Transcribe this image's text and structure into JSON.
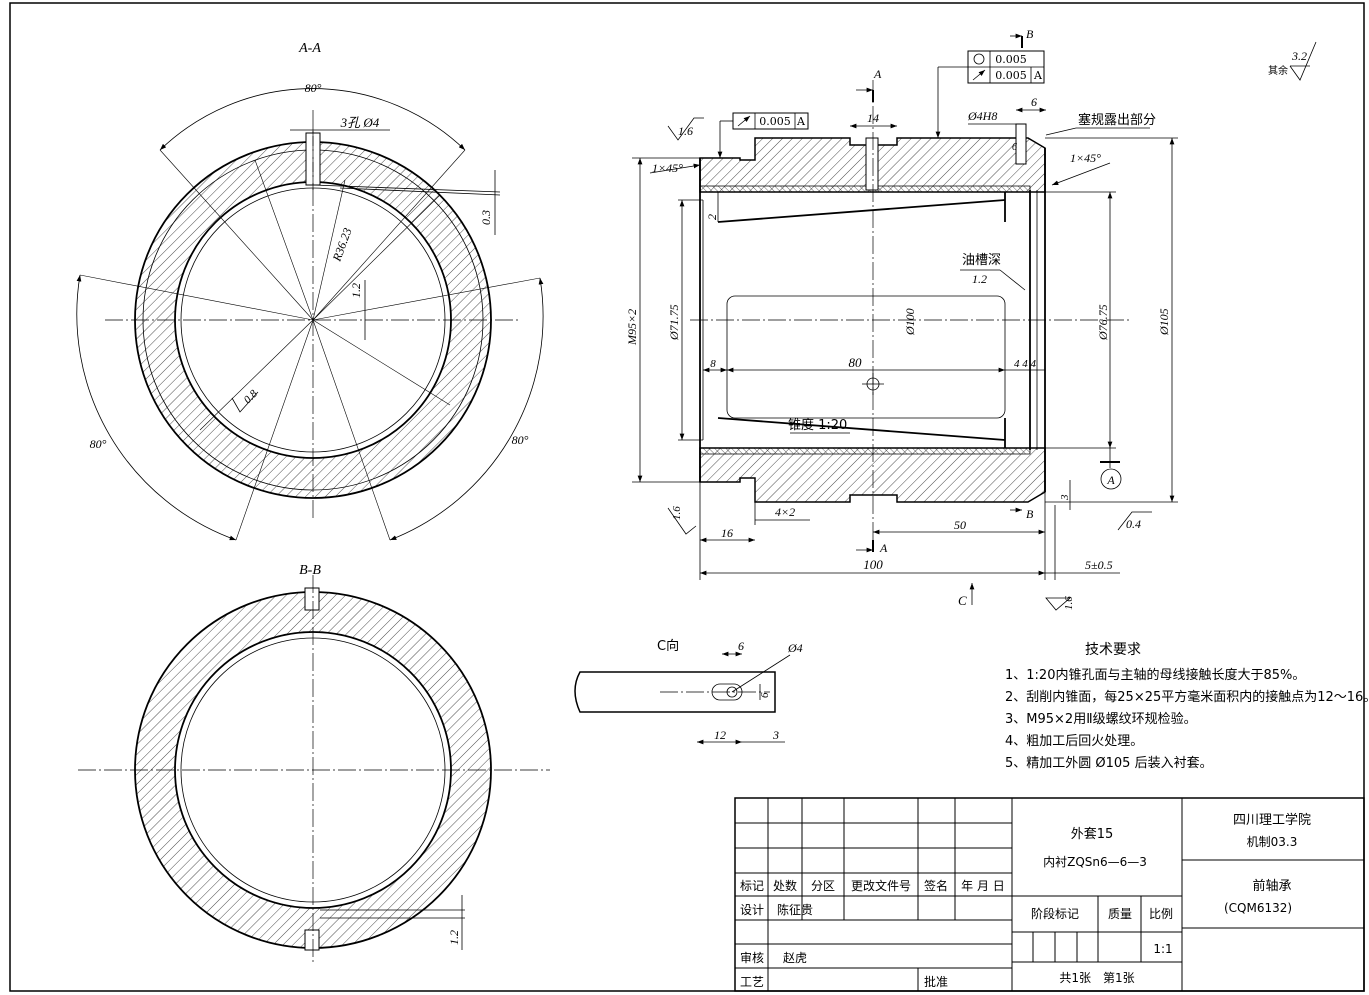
{
  "views": {
    "section_aa": "A-A",
    "section_bb": "B-B",
    "view_c": "C向"
  },
  "aa_dims": {
    "angle_top": "80°",
    "angle_left": "80°",
    "angle_right": "80°",
    "holes": "3孔 Ø4",
    "radius": "R36.23",
    "dim_03": "0.3",
    "dim_12": "1.2",
    "rough_08": "0.8"
  },
  "bb_dims": {
    "dim_12": "1.2"
  },
  "main_dims": {
    "sec_a_top": "A",
    "sec_a_bottom": "A",
    "sec_b_top": "B",
    "sec_b_bottom": "B",
    "gtol1_val": "0.005",
    "gtol1_ref": "A",
    "gtol2a_val": "0.005",
    "gtol2b_val": "0.005",
    "gtol2b_ref": "A",
    "rough_16_a": "1.6",
    "rough_16_b": "1.6",
    "rough_16_c": "1.6",
    "rough_04": "0.4",
    "chamfer_left": "1×45°",
    "chamfer_right": "1×45°",
    "d14": "14",
    "d4h8": "Ø4H8",
    "d6": "6",
    "d6v": "6",
    "plug_gauge": "塞规露出部分",
    "oil_groove": "油槽深",
    "oil_groove_val": "1.2",
    "d2": "2",
    "m95": "M95×2",
    "d7175": "Ø71.75",
    "d100": "Ø100",
    "d7675": "Ø76.75",
    "d105": "Ø105",
    "d8": "8",
    "d80": "80",
    "d444": "4 4 4",
    "taper": "锥度 1:20",
    "datum_a": "A",
    "d4x2": "4×2",
    "d16": "16",
    "d50": "50",
    "d3": "3",
    "d100len": "100",
    "d5": "5±0.5",
    "view_c_arrow": "C"
  },
  "c_dims": {
    "d6a": "6",
    "d4": "Ø4",
    "d6b": "6",
    "d12": "12",
    "d3": "3"
  },
  "surface_other": {
    "label": "其余",
    "value": "3.2"
  },
  "tech_req": {
    "title": "技术要求",
    "items": [
      "1、1:20内锥孔面与主轴的母线接触长度大于85%。",
      "2、刮削内锥面，每25×25平方毫米面积内的接触点为12～16。",
      "3、M95×2用Ⅱ级螺纹环规检验。",
      "4、粗加工后回火处理。",
      "5、精加工外圆 Ø105 后装入衬套。"
    ]
  },
  "title_block": {
    "material_1": "外套15",
    "material_2": "内衬ZQSn6—6—3",
    "school": "四川理工学院",
    "class": "机制03.3",
    "part_name": "前轴承",
    "part_code": "(CQM6132)",
    "h_mark": "标记",
    "h_count": "处数",
    "h_zone": "分区",
    "h_doc": "更改文件号",
    "h_sign": "签名",
    "h_date": "年 月 日",
    "design": "设计",
    "designer": "陈征贵",
    "review": "审核",
    "reviewer": "赵虎",
    "process": "工艺",
    "approve": "批准",
    "stage": "阶段标记",
    "mass": "质量",
    "scale": "比例",
    "scale_val": "1:1",
    "sheets": "共1张　第1张"
  }
}
